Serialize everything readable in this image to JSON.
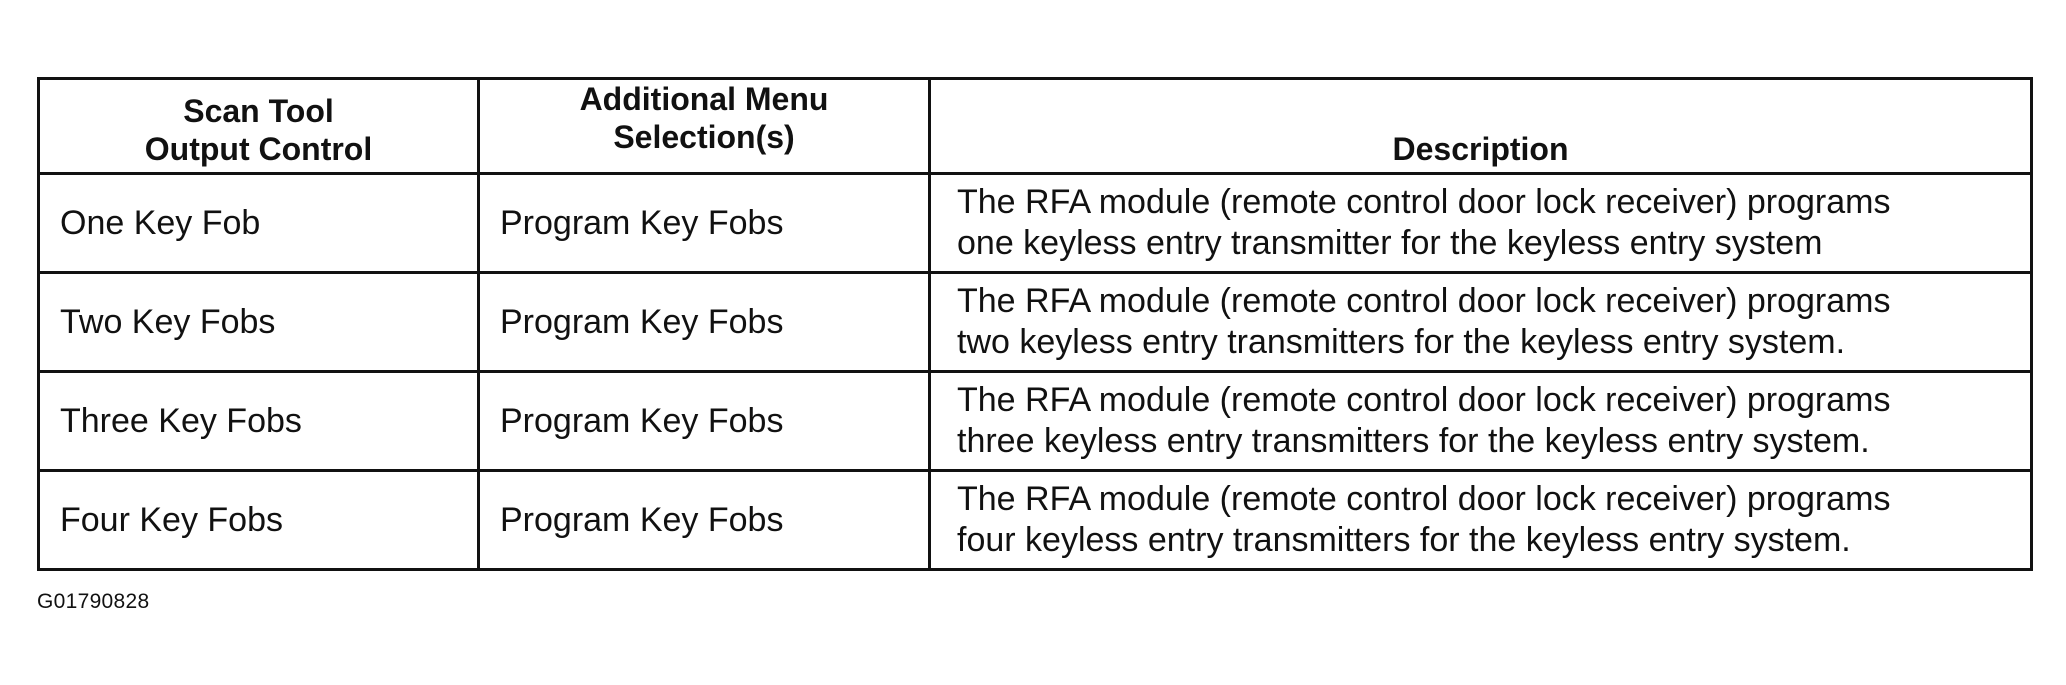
{
  "table": {
    "headers": [
      [
        "Scan Tool",
        "Output Control"
      ],
      [
        "Additional Menu",
        "Selection(s)"
      ],
      [
        "Description"
      ]
    ],
    "rows": [
      {
        "control": "One Key Fob",
        "menu": "Program Key Fobs",
        "description": [
          "The RFA module (remote control door lock receiver) programs",
          "one keyless entry transmitter for the keyless entry system"
        ]
      },
      {
        "control": "Two Key Fobs",
        "menu": "Program Key Fobs",
        "description": [
          "The RFA module (remote control door lock receiver) programs",
          "two keyless entry transmitters for the keyless entry system."
        ]
      },
      {
        "control": "Three Key Fobs",
        "menu": "Program Key Fobs",
        "description": [
          "The RFA module (remote control door lock receiver) programs",
          "three keyless entry transmitters for the keyless entry system."
        ]
      },
      {
        "control": "Four Key Fobs",
        "menu": "Program Key Fobs",
        "description": [
          "The RFA module (remote control door lock receiver) programs",
          "four keyless entry transmitters for the keyless entry system."
        ]
      }
    ]
  },
  "footer": {
    "code": "G01790828"
  }
}
